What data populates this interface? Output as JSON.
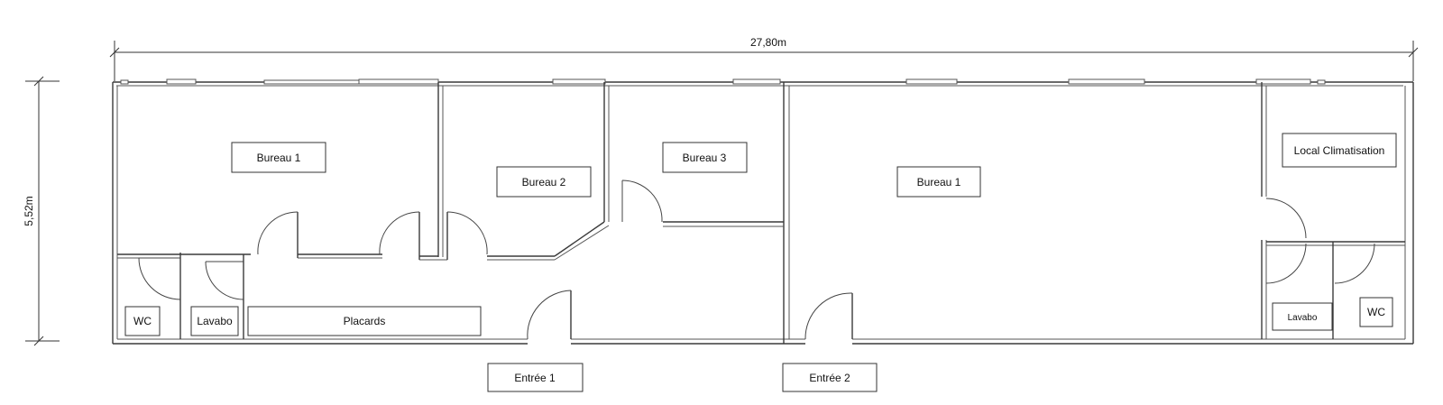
{
  "dimensions": {
    "width": "27,80m",
    "height": "5,52m"
  },
  "rooms": {
    "bureau_1_left": "Bureau  1",
    "bureau_2": "Bureau  2",
    "bureau_3": "Bureau  3",
    "bureau_1_right": "Bureau 1",
    "local_climatisation": "Local Climatisation",
    "wc_left": "WC",
    "lavabo_left": "Lavabo",
    "placards": "Placards",
    "lavabo_right": "Lavabo",
    "wc_right": "WC"
  },
  "entrances": {
    "entree_1": "Entrée 1",
    "entree_2": "Entrée 2"
  }
}
